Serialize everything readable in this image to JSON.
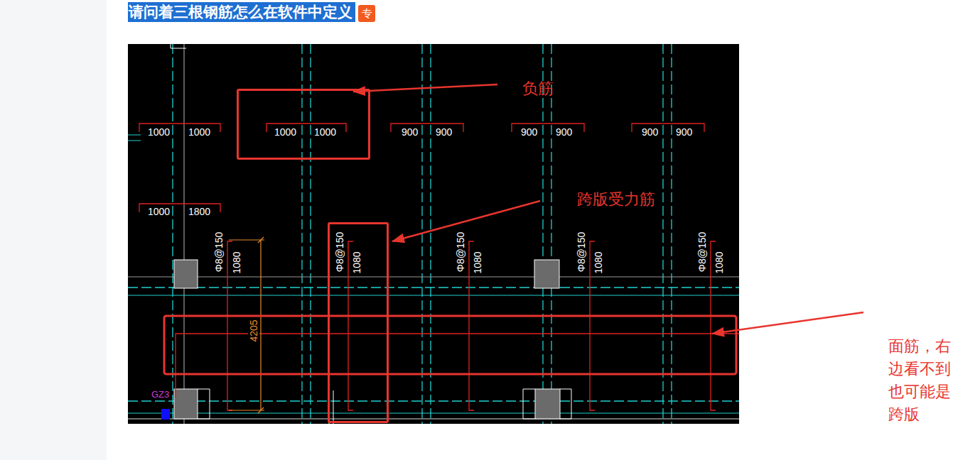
{
  "diagram": {
    "title": "请问着三根钢筋怎么在软件中定义",
    "nodes": [
      {
        "text": [
          "1000",
          "1000"
        ]
      },
      {
        "text": [
          "Φ8@150",
          "1080"
        ]
      }
    ],
    "labels": [
      "专",
      "负筋",
      "1000",
      "1000",
      "900",
      "900",
      "900",
      "900",
      "900",
      "900",
      "跨版受力筋",
      "1000",
      "1800",
      "Φ8@150",
      "1080",
      "Φ8@150",
      "1080",
      "Φ8@150",
      "1080",
      "Φ8@150",
      "1080",
      "4205",
      "面筋，右边看不到也可能是跨版",
      "GZ3"
    ]
  }
}
